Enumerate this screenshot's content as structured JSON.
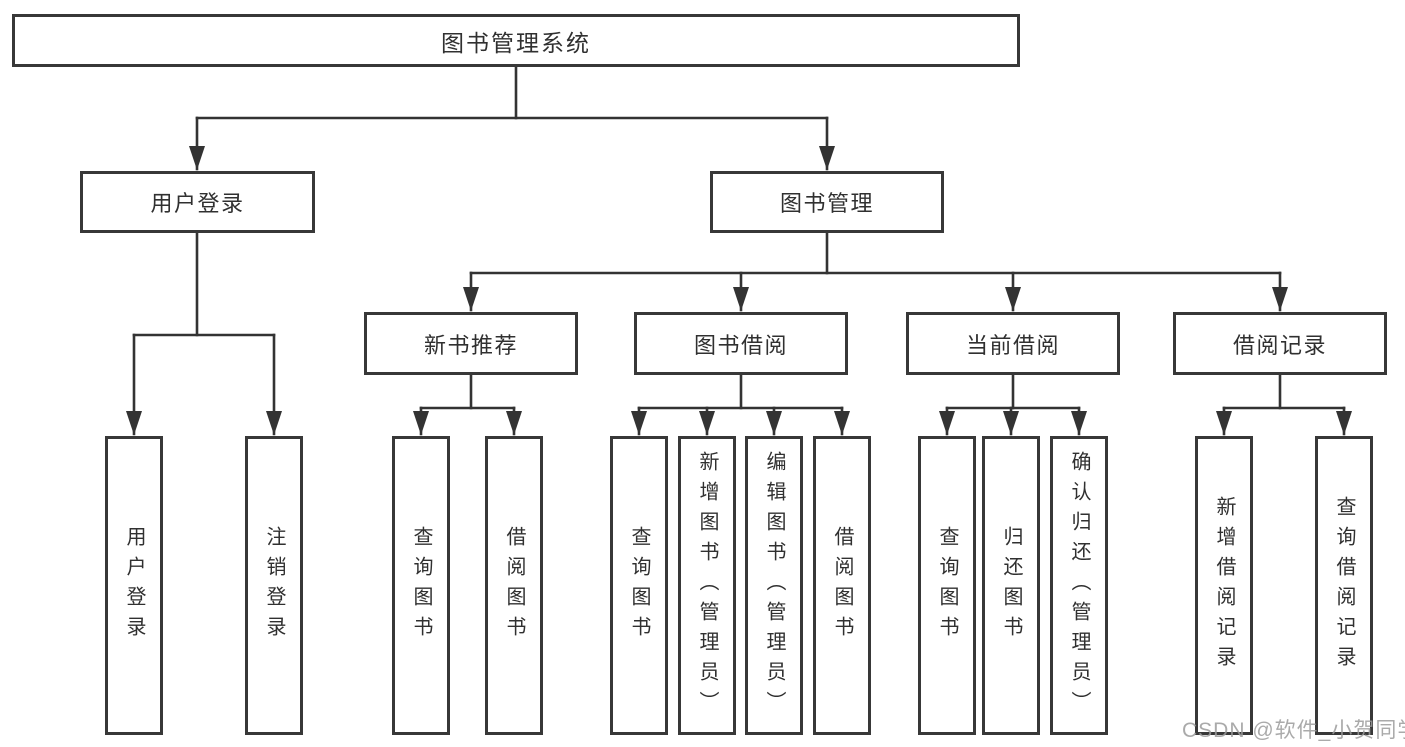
{
  "tree": {
    "label": "图书管理系统",
    "children": [
      {
        "label": "用户登录",
        "children": [
          {
            "label": "用户登录"
          },
          {
            "label": "注销登录"
          }
        ]
      },
      {
        "label": "图书管理",
        "children": [
          {
            "label": "新书推荐",
            "children": [
              {
                "label": "查询图书"
              },
              {
                "label": "借阅图书"
              }
            ]
          },
          {
            "label": "图书借阅",
            "children": [
              {
                "label": "查询图书"
              },
              {
                "label": "新增图书（管理员）"
              },
              {
                "label": "编辑图书（管理员）"
              },
              {
                "label": "借阅图书"
              }
            ]
          },
          {
            "label": "当前借阅",
            "children": [
              {
                "label": "查询图书"
              },
              {
                "label": "归还图书"
              },
              {
                "label": "确认归还（管理员）"
              }
            ]
          },
          {
            "label": "借阅记录",
            "children": [
              {
                "label": "新增借阅记录"
              },
              {
                "label": "查询借阅记录"
              }
            ]
          }
        ]
      }
    ]
  },
  "watermark": "CSDN @软件_小贺同学",
  "colors": {
    "line": "#333333",
    "box_border": "#383838",
    "text": "#303030",
    "background": "#ffffff",
    "watermark": "#9c9c9c"
  }
}
